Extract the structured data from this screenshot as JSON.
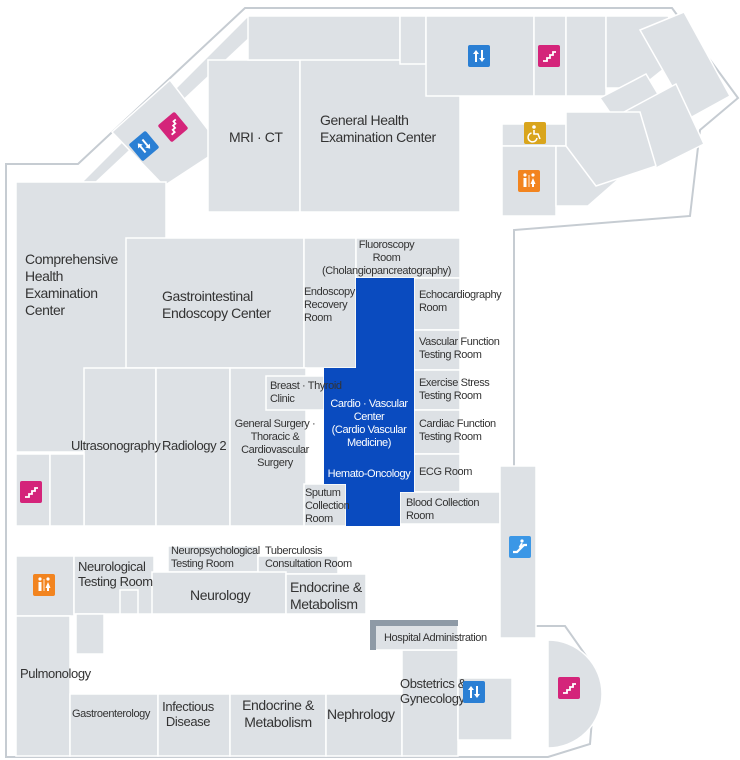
{
  "colors": {
    "room_fill": "#dde1e5",
    "room_line": "#ffffff",
    "building_outline": "#c6ccd2",
    "highlight": "#0a4bbf",
    "text": "#333333",
    "admin_marker": "#8e9aa6",
    "icon_elevator": "#2a7fd4",
    "icon_stairs": "#d4247a",
    "icon_restroom": "#f2841f",
    "icon_accessible": "#d9a51c",
    "icon_escalator": "#3b97e6"
  },
  "rooms": {
    "mri_ct": "MRI · CT",
    "general_health": "General Health\nExamination Center",
    "comprehensive_health": "Comprehensive\nHealth\nExamination\nCenter",
    "gastro_endoscopy": "Gastrointestinal\nEndoscopy Center",
    "endoscopy_recovery": "Endoscopy\nRecovery\nRoom",
    "fluoroscopy": "Fluoroscopy\nRoom\n(Cholangiopancreatography)",
    "echocardiography": "Echocardiography\nRoom",
    "vascular_function": "Vascular Function\nTesting Room",
    "exercise_stress": "Exercise Stress\nTesting Room",
    "cardiac_function": "Cardiac Function\nTesting Room",
    "ecg": "ECG Room",
    "blood_collection": "Blood Collection\nRoom",
    "breast_thyroid": "Breast · Thyroid\nClinic",
    "cardio_vascular": "Cardio · Vascular\nCenter\n(Cardio Vascular\nMedicine)",
    "hemato_oncology": "Hemato-Oncology",
    "general_surgery": "General Surgery ·\nThoracic &\nCardiovascular\nSurgery",
    "sputum": "Sputum\nCollection\nRoom",
    "ultrasonography": "Ultrasonography",
    "radiology2": "Radiology 2",
    "neuropsych": "Neuropsychological\nTesting Room",
    "tuberculosis": "Tuberculosis\nConsultation Room",
    "neurological_testing": "Neurological\nTesting Room",
    "neurology": "Neurology",
    "endocrine_upper": "Endocrine &\nMetabolism",
    "hospital_admin": "Hospital Administration",
    "pulmonology": "Pulmonology",
    "gastroenterology": "Gastroenterology",
    "infectious": "Infectious\nDisease",
    "endocrine_lower": "Endocrine &\nMetabolism",
    "nephrology": "Nephrology",
    "obgyn": "Obstetrics &\nGynecology"
  },
  "icons": {
    "elevator": "elevator-icon",
    "stairs": "stairs-icon",
    "restroom": "restroom-icon",
    "accessible": "accessible-restroom-icon",
    "escalator": "escalator-icon"
  }
}
